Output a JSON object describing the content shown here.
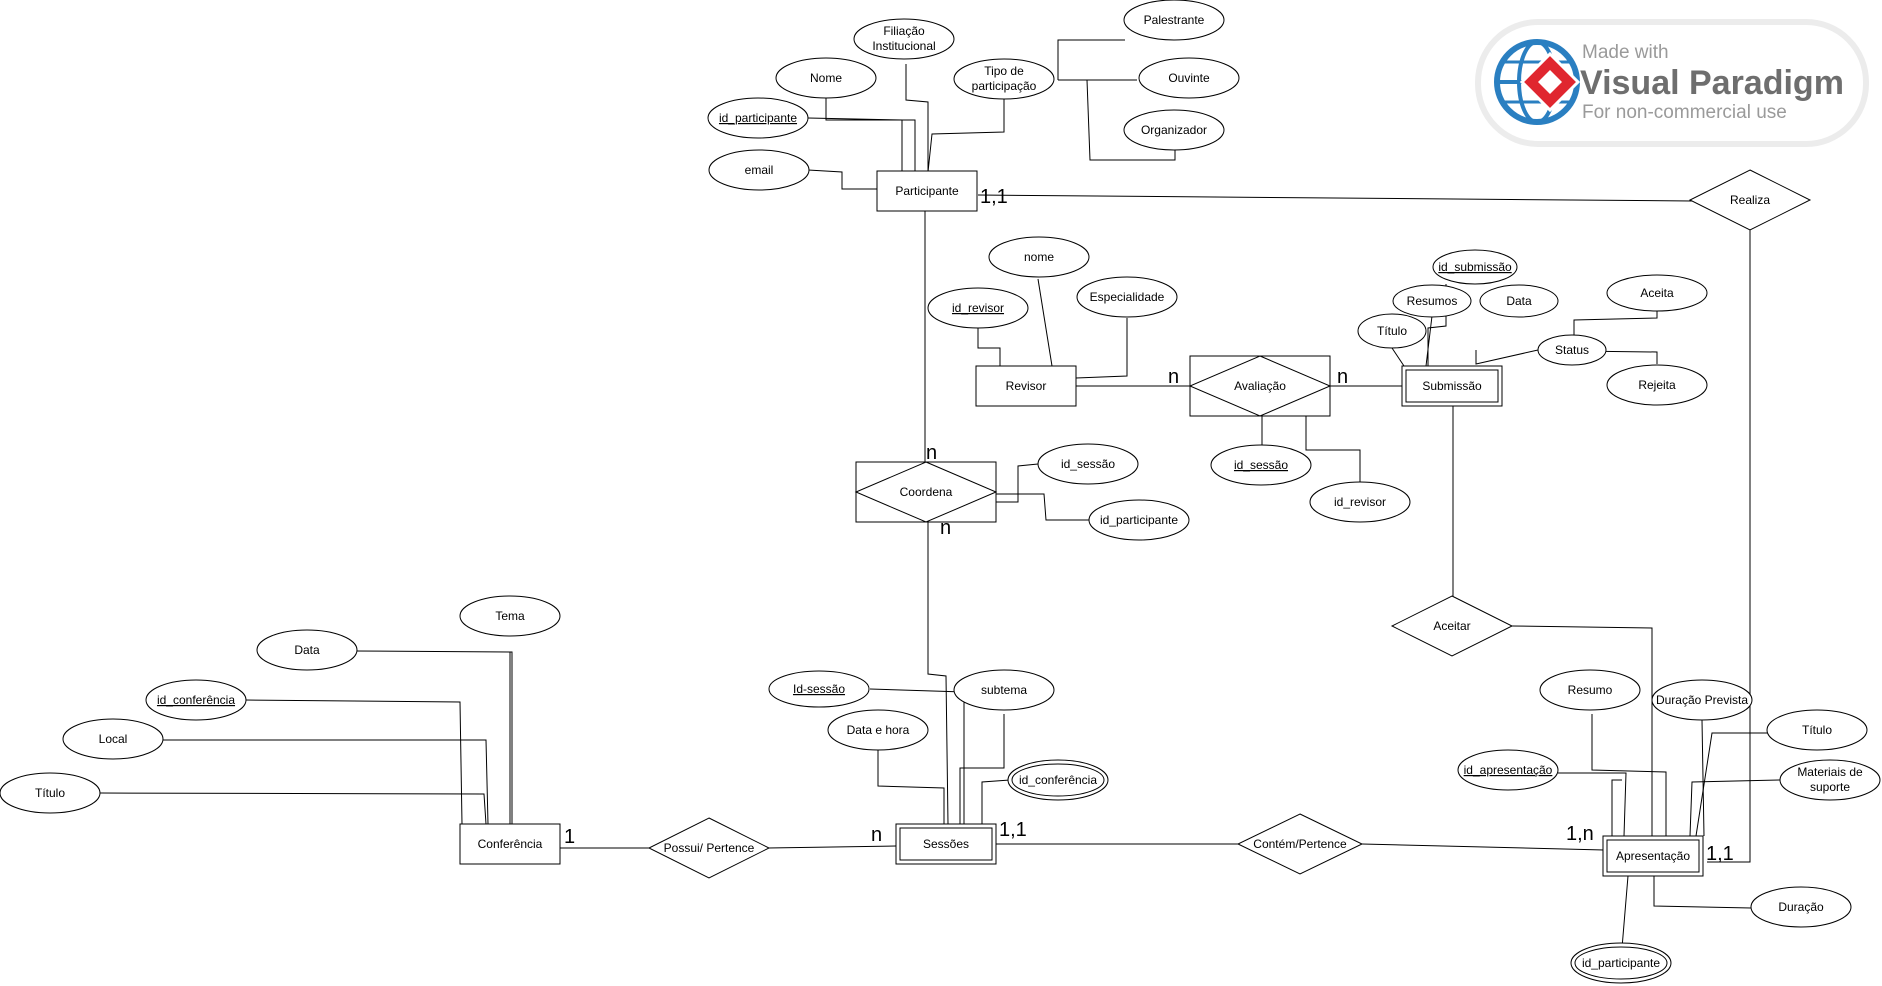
{
  "watermark": {
    "line1": "Made with",
    "line2": "Visual Paradigm",
    "line3": "For non-commercial use",
    "accent": "#e0262f",
    "globe": "#2a7fc1"
  },
  "entities": {
    "participante": "Participante",
    "revisor": "Revisor",
    "submissao": "Submissão",
    "conferencia": "Conferência",
    "sessoes": "Sessões",
    "apresentacao": "Apresentação"
  },
  "relationships": {
    "realiza": "Realiza",
    "avaliacao": "Avaliação",
    "coordena": "Coordena",
    "aceitar": "Aceitar",
    "possui": "Possui/ Pertence",
    "contem": "Contém/Pertence"
  },
  "attributes": {
    "filiacao_1": "Filiação",
    "filiacao_2": "Institucional",
    "tipo_1": "Tipo de",
    "tipo_2": "participação",
    "palestrante": "Palestrante",
    "ouvinte": "Ouvinte",
    "organizador": "Organizador",
    "nome_part": "Nome",
    "id_participante": "id_participante",
    "email": "email",
    "nome_rev": "nome",
    "especialidade": "Especialidade",
    "id_revisor_key": "id_revisor",
    "id_sessao_aval": "id_sessão",
    "id_revisor_aval": "id_revisor",
    "id_sessao_coord": "id_sessão",
    "id_participante_coord": "id_participante",
    "id_submissao": "id_submissão",
    "resumos": "Resumos",
    "data_sub": "Data",
    "titulo_sub": "Título",
    "status": "Status",
    "aceita": "Aceita",
    "rejeita": "Rejeita",
    "tema": "Tema",
    "data_conf": "Data",
    "id_conferencia_key": "id_conferência",
    "local": "Local",
    "titulo_conf": "Título",
    "id_sessao_key": "Id-sessão",
    "subtema": "subtema",
    "data_hora": "Data e hora",
    "id_conferencia_fk": "id_conferência",
    "resumo_apr": "Resumo",
    "duracao_prevista": "Duração Prevista",
    "titulo_apr": "Título",
    "id_apresentacao": "id_apresentação",
    "materiais_1": "Materiais de",
    "materiais_2": "suporte",
    "duracao": "Duração",
    "id_participante_fk": "id_participante"
  },
  "cardinalities": {
    "part_realiza": "1,1",
    "rev_aval": "n",
    "sub_aval": "n",
    "coord_top": "n",
    "coord_bottom": "n",
    "conf_possui": "1",
    "sess_possui": "n",
    "sess_contem": "1,1",
    "apr_contem": "1,n",
    "apr_realiza": "1,1"
  }
}
